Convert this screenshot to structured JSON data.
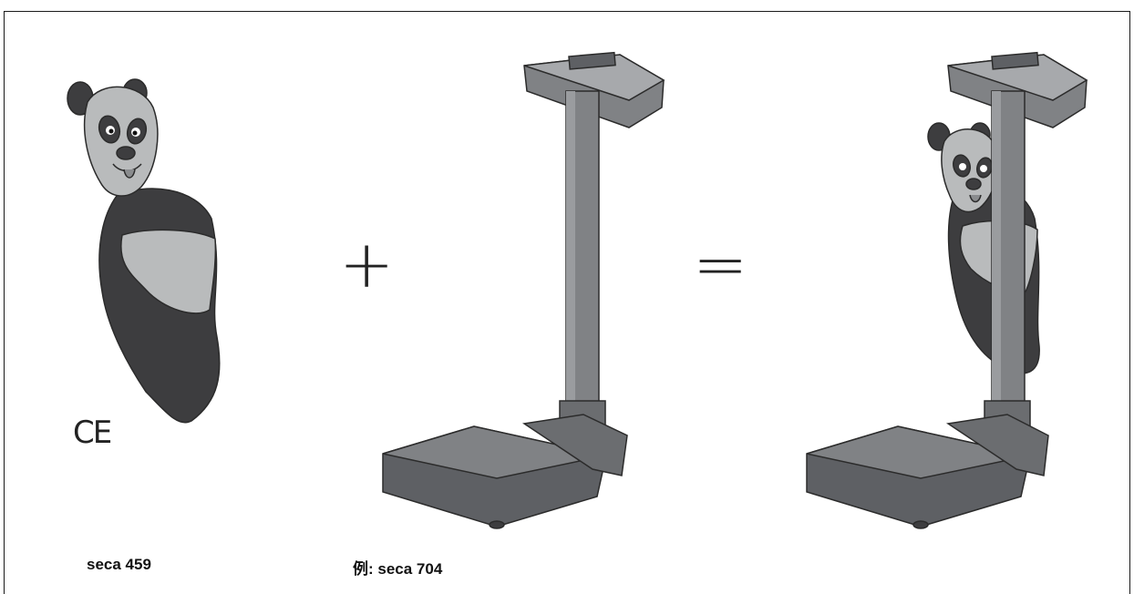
{
  "figure": {
    "left_caption": "seca 459",
    "middle_caption": "例: seca 704",
    "ce_mark": "CE",
    "plus_sign": "+",
    "equals_sign": "="
  },
  "colors": {
    "panda_dark": "#3d3d3f",
    "panda_light": "#b9bbbc",
    "scale_body": "#808285",
    "scale_dark": "#5e6064",
    "outline": "#2b2b2b"
  }
}
